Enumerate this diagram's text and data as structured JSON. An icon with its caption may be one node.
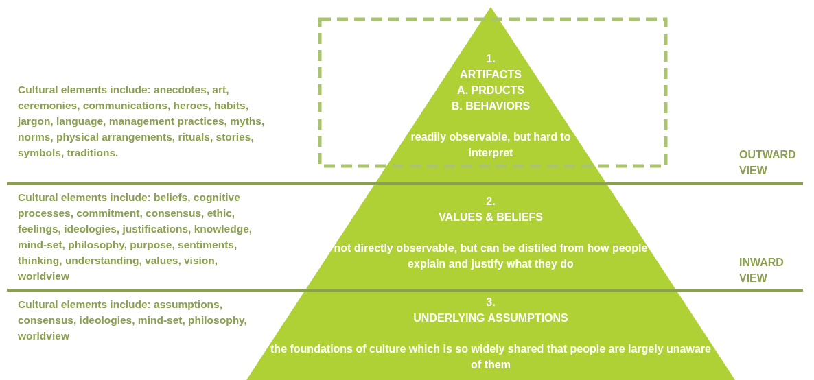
{
  "diagram": {
    "nodes": [
      {
        "text": [
          "1.",
          "ARTIFACTS",
          "A. PRDUCTS",
          "B. BEHAVIORS",
          "readily observable, but hard to interpret"
        ]
      },
      {
        "text": [
          "2.",
          "VALUES & BELIEFS",
          "not directly observable, but can be distiled from how people explain and justify what they do"
        ]
      },
      {
        "text": [
          "3.",
          "UNDERLYING ASSUMPTIONS",
          "the foundations of culture which is so widely shared that people are largely unaware of them"
        ]
      }
    ],
    "labels": [
      "Cultural elements include: anecdotes, art, ceremonies, communications, heroes, habits, jargon, language, management practices, myths, norms, physical arrangements, rituals, stories, symbols, traditions.",
      "OUTWARD VIEW",
      "Cultural elements include: beliefs, cognitive processes, commitment, consensus, ethic, feelings, ideologies, justifications, knowledge, mind-set, philosophy, purpose, sentiments, thinking, understanding, values, vision, worldview",
      "INWARD VIEW",
      "Cultural elements include: assumptions, consensus, ideologies, mind-set, philosophy, worldview"
    ]
  }
}
